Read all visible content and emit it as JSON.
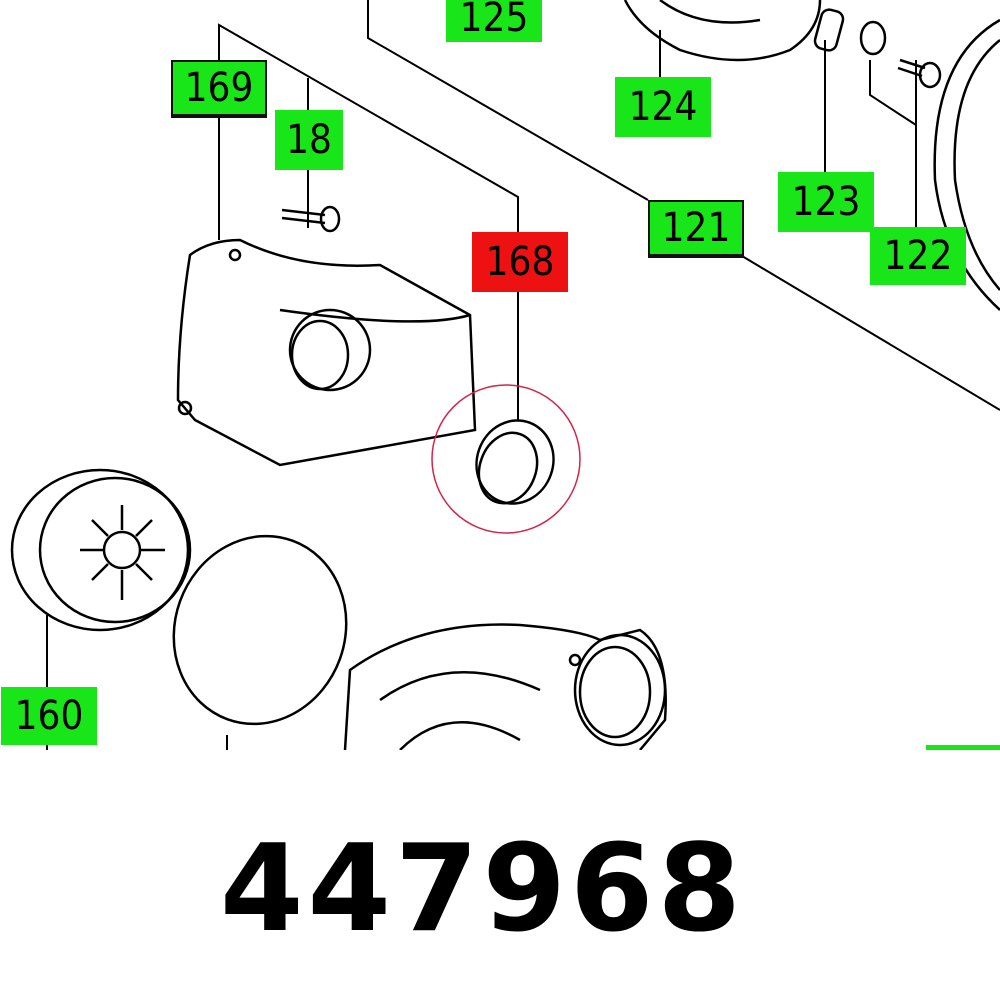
{
  "diagram": {
    "callouts": [
      {
        "id": "c125",
        "label": "125",
        "highlight": false
      },
      {
        "id": "c169",
        "label": "169",
        "highlight": false
      },
      {
        "id": "c18",
        "label": "18",
        "highlight": false
      },
      {
        "id": "c124",
        "label": "124",
        "highlight": false
      },
      {
        "id": "c123",
        "label": "123",
        "highlight": false
      },
      {
        "id": "c121",
        "label": "121",
        "highlight": false
      },
      {
        "id": "c122",
        "label": "122",
        "highlight": false
      },
      {
        "id": "c168",
        "label": "168",
        "highlight": true
      },
      {
        "id": "c160",
        "label": "160",
        "highlight": false
      }
    ],
    "colors": {
      "callout": "#19e619",
      "highlight": "#ee1111",
      "circle": "#d0264a"
    }
  },
  "part_number": "447968"
}
